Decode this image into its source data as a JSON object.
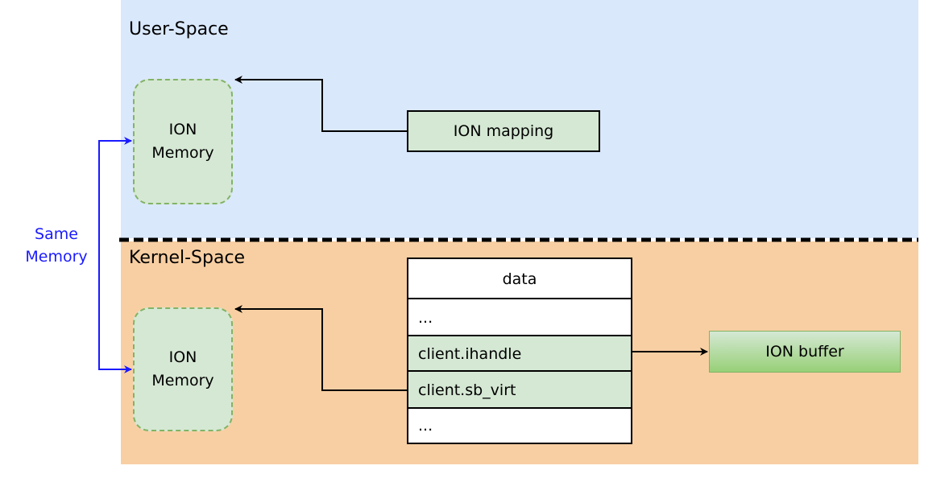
{
  "regions": {
    "user_space": "User-Space",
    "kernel_space": "Kernel-Space"
  },
  "ion_memory_user": {
    "line1": "ION",
    "line2": "Memory"
  },
  "ion_memory_kernel": {
    "line1": "ION",
    "line2": "Memory"
  },
  "ion_mapping": "ION mapping",
  "data_struct": {
    "header": "data",
    "rows": [
      "...",
      "client.ihandle",
      "client.sb_virt",
      "..."
    ]
  },
  "ion_buffer": "ION buffer",
  "same_memory": {
    "line1": "Same",
    "line2": "Memory"
  },
  "colors": {
    "user_space_bg": "#dae8fc",
    "kernel_space_bg": "#f8cfa3",
    "green_fill": "#d5e8d4",
    "green_stroke": "#82b366",
    "same_memory_arrow": "#1a1aff"
  }
}
